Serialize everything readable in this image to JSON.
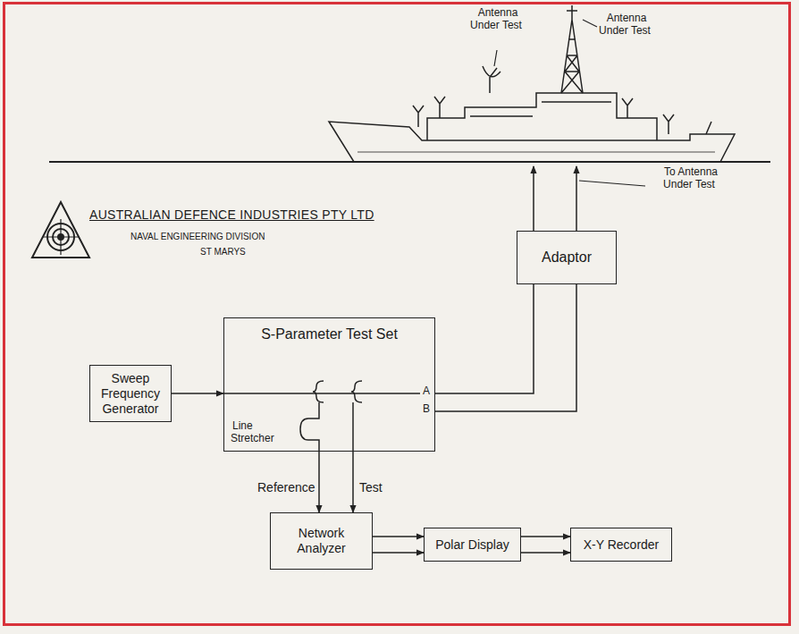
{
  "diagram": {
    "nodes": [
      {
        "text": [
          "Sweep Frequency Generator"
        ]
      },
      {
        "text": [
          "S-Parameter Test Set"
        ]
      },
      {
        "text": [
          "Adaptor"
        ]
      },
      {
        "text": [
          "Network Analyzer"
        ]
      },
      {
        "text": [
          "Polar Display"
        ]
      },
      {
        "text": [
          "X-Y Recorder"
        ]
      }
    ],
    "edges": [
      {
        "from": 0,
        "to": 1,
        "arrow": "to"
      },
      {
        "from": 1,
        "to": 2,
        "arrow": "none"
      },
      {
        "from": 1,
        "to": 2,
        "arrow": "none"
      },
      {
        "from": 1,
        "to": 3,
        "label": "Reference",
        "arrow": "to"
      },
      {
        "from": 1,
        "to": 3,
        "label": "Test",
        "arrow": "to"
      },
      {
        "from": 3,
        "to": 4,
        "arrow": "to"
      },
      {
        "from": 3,
        "to": 4,
        "arrow": "to"
      },
      {
        "from": 4,
        "to": 5,
        "arrow": "to"
      },
      {
        "from": 4,
        "to": 5,
        "arrow": "to"
      }
    ],
    "labels": [
      "Antenna Under Test",
      "Antenna Under Test",
      "To Antenna Under Test",
      "AUSTRALIAN DEFENCE INDUSTRIES PTY LTD",
      "NAVAL ENGINEERING DIVISION",
      "ST MARYS",
      "A",
      "B",
      "Line Stretcher"
    ]
  }
}
